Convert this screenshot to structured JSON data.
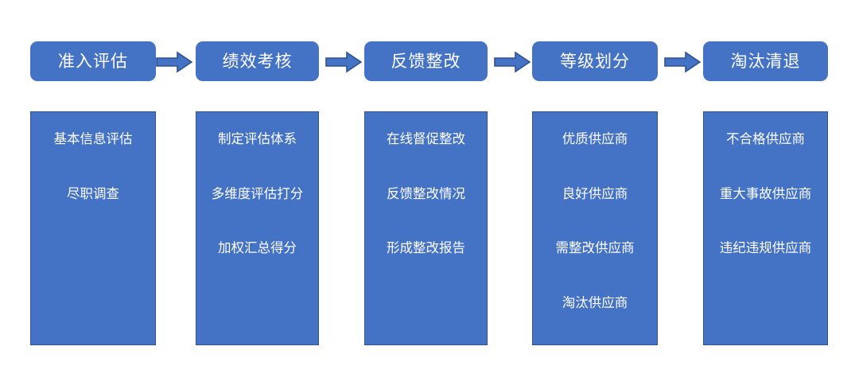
{
  "diagram": {
    "type": "process-flow",
    "orientation": "horizontal",
    "colors": {
      "box_fill": "#4472C4",
      "box_border": "#2F528F",
      "arrow_fill": "#4472C4",
      "arrow_border": "#2F528F",
      "text": "#FFFFFF",
      "background": "#FFFFFF"
    },
    "arrow_icon": "right-arrow-icon",
    "stages": [
      {
        "id": "stage-1",
        "header": "准入评估",
        "items": [
          "基本信息评估",
          "尽职调查"
        ]
      },
      {
        "id": "stage-2",
        "header": "绩效考核",
        "items": [
          "制定评估体系",
          "多维度评估打分",
          "加权汇总得分"
        ]
      },
      {
        "id": "stage-3",
        "header": "反馈整改",
        "items": [
          "在线督促整改",
          "反馈整改情况",
          "形成整改报告"
        ]
      },
      {
        "id": "stage-4",
        "header": "等级划分",
        "items": [
          "优质供应商",
          "良好供应商",
          "需整改供应商",
          "淘汰供应商"
        ]
      },
      {
        "id": "stage-5",
        "header": "淘汰清退",
        "items": [
          "不合格供应商",
          "重大事故供应商",
          "违纪违规供应商"
        ]
      }
    ]
  }
}
